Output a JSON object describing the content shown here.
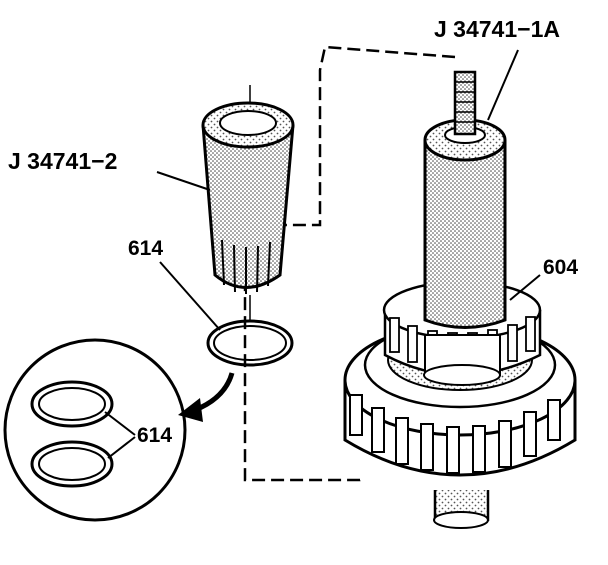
{
  "labels": {
    "tool_1a": "J 34741−1A",
    "tool_2": "J 34741−2",
    "seal_top": "614",
    "housing": "604",
    "seal_detail": "614"
  },
  "colors": {
    "ink": "#000000",
    "paper": "#ffffff",
    "stipple": "#666666"
  }
}
